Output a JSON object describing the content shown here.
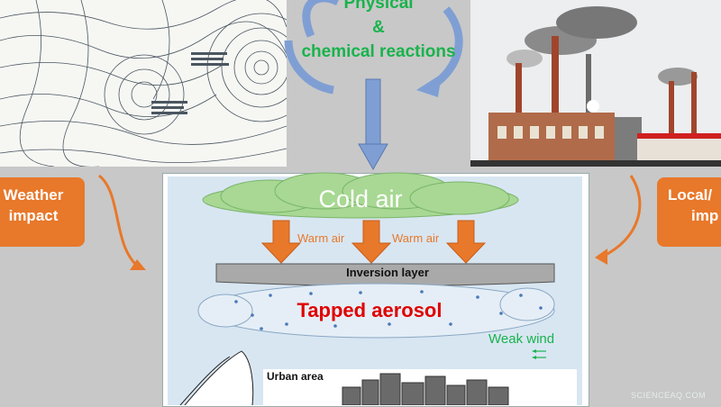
{
  "reactions": {
    "line1": "Physical",
    "line2": "&",
    "line3": "chemical reactions"
  },
  "weather_box": {
    "line1": "Weather",
    "line2": "impact"
  },
  "local_box": {
    "line1": "Local/",
    "line2": "imp"
  },
  "cold_air": "Cold air",
  "warm_air_left": "Warm air",
  "warm_air_right": "Warm air",
  "inversion": "Inversion layer",
  "aerosol": "Tapped aerosol",
  "weak_wind": "Weak wind",
  "urban": "Urban area",
  "watermark": "SCIENCEAQ.COM",
  "colors": {
    "orange": "#e8782a",
    "green": "#19b34c",
    "red": "#e00000",
    "arrow_blue": "#7f9fd4"
  }
}
